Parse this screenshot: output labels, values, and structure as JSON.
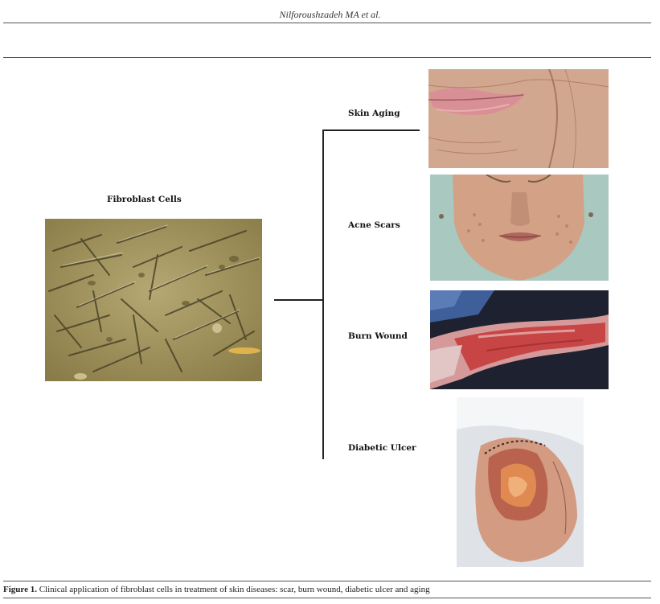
{
  "header": {
    "running_head": "Nilforoushzadeh MA et al."
  },
  "figure": {
    "source_label": "Fibroblast Cells",
    "applications": [
      {
        "label": "Skin Aging"
      },
      {
        "label": "Acne Scars"
      },
      {
        "label": "Burn Wound"
      },
      {
        "label": "Diabetic Ulcer"
      }
    ],
    "caption_label": "Figure 1.",
    "caption_text": " Clinical application of fibroblast cells in treatment of skin diseases: scar, burn wound, diabetic ulcer and aging"
  }
}
